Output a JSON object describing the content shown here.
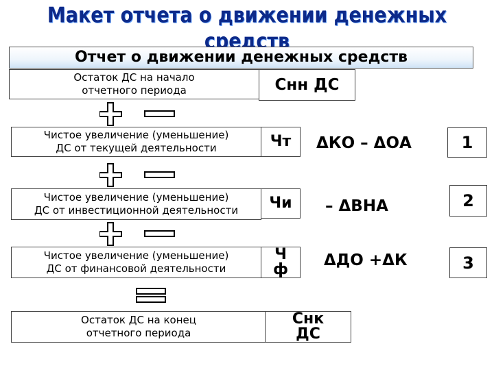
{
  "title": "Макет отчета о движении денежных средств",
  "header": "Отчет о движении денежных средств",
  "rows": [
    {
      "label": "Остаток ДС на начало отчетного периода",
      "code": "Снн ДС"
    },
    {
      "label": "Чистое увеличение (уменьшение) ДС от текущей деятельности",
      "code": "Чт",
      "formula": "ΔКО – ΔОА",
      "number": "1"
    },
    {
      "label": "Чистое увеличение (уменьшение) ДС от инвестиционной деятельности",
      "code": "Чи",
      "formula": "– ΔВНА",
      "number": "2"
    },
    {
      "label": "Чистое увеличение (уменьшение) ДС от финансовой деятельности",
      "code": "Ч ф",
      "formula": "ΔДО +ΔК",
      "number": "3"
    },
    {
      "label": "Остаток ДС на конец отчетного периода",
      "code": "Снк ДС"
    }
  ],
  "row_label_lines": [
    [
      "Остаток ДС на начало",
      "отчетного периода"
    ],
    [
      "Чистое увеличение (уменьшение)",
      "ДС от текущей деятельности"
    ],
    [
      "Чистое увеличение (уменьшение)",
      "ДС от инвестиционной деятельности"
    ],
    [
      "Чистое увеличение (уменьшение)",
      "ДС от финансовой деятельности"
    ],
    [
      "Остаток ДС на конец",
      "отчетного периода"
    ]
  ],
  "code_lines": {
    "row3": [
      "Ч",
      "ф"
    ],
    "row4": [
      "Снк",
      "ДС"
    ]
  },
  "operators": [
    "plus-minus",
    "plus-minus",
    "plus-minus",
    "equals"
  ],
  "colors": {
    "title": "#0d2a8a",
    "header_gradient_end": "#cfe3f6",
    "border": "#444444"
  }
}
